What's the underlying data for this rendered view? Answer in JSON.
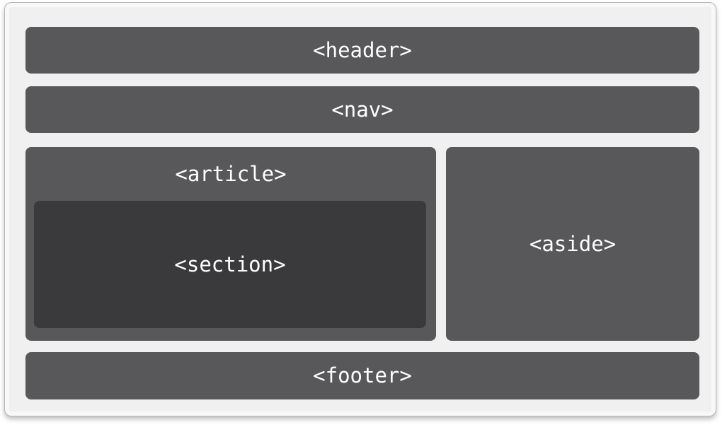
{
  "diagram": {
    "blocks": {
      "header": {
        "label": "<header>"
      },
      "nav": {
        "label": "<nav>"
      },
      "article": {
        "label": "<article>"
      },
      "section": {
        "label": "<section>"
      },
      "aside": {
        "label": "<aside>"
      },
      "footer": {
        "label": "<footer>"
      }
    },
    "colors": {
      "block_gray": "#58585a",
      "section_dark_gray": "#3a3a3c",
      "panel_background": "#f0f0f1",
      "panel_border": "#b6b6b6",
      "label_text": "#ffffff"
    }
  }
}
